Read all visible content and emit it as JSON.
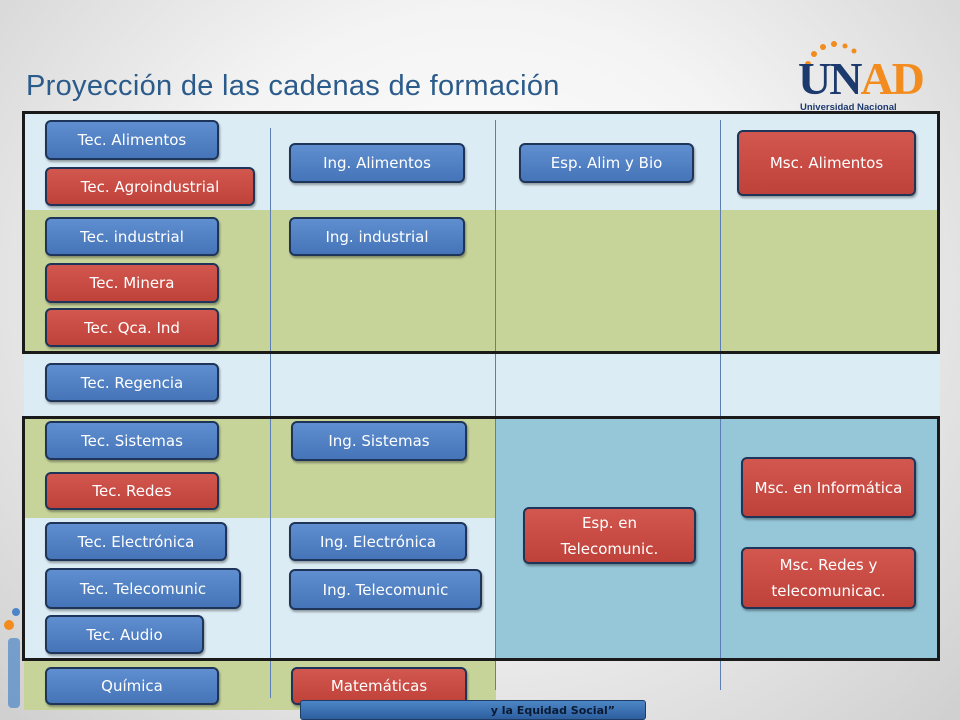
{
  "title": "Proyección de las cadenas de formación",
  "logo": {
    "un": "UN",
    "ad": "AD",
    "subtitle": "Universidad Nacional"
  },
  "footer": "y la Equidad Social”",
  "tec": {
    "alimentos": "Tec. Alimentos",
    "agroindustrial": "Tec. Agroindustrial",
    "industrial": "Tec. industrial",
    "minera": "Tec. Minera",
    "qca": "Tec. Qca. Ind",
    "regencia": "Tec. Regencia",
    "sistemas": "Tec. Sistemas",
    "redes": "Tec. Redes",
    "electronica": "Tec. Electrónica",
    "telecomunic": "Tec. Telecomunic",
    "audio": "Tec. Audio",
    "quimica": "Química"
  },
  "ing": {
    "alimentos": "Ing. Alimentos",
    "industrial": "Ing. industrial",
    "sistemas": "Ing. Sistemas",
    "electronica": "Ing. Electrónica",
    "telecomunic": "Ing. Telecomunic",
    "matematicas": "Matemáticas"
  },
  "esp": {
    "alim_bio": "Esp. Alim y Bio",
    "telecomunic": "Esp. en Telecomunic."
  },
  "msc": {
    "alimentos": "Msc. Alimentos",
    "informatica": "Msc. en Informática",
    "redes": "Msc. Redes y telecomunicac."
  },
  "colors": {
    "blue_pill": "#4f7fc2",
    "red_pill": "#c84a42",
    "light_band": "#dcecf4",
    "green_band": "#c6d49a",
    "teal_block": "#95c7d9",
    "title": "#2b5b8a",
    "logo_orange": "#f28c1e",
    "logo_navy": "#1d3a6e"
  }
}
